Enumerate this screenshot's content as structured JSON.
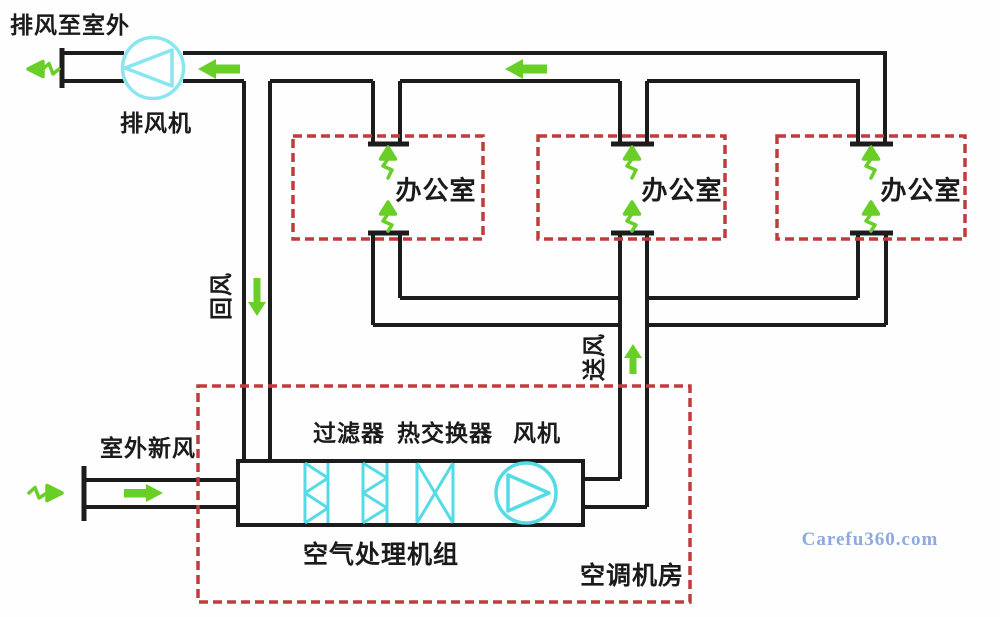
{
  "diagram": {
    "labels": {
      "exhaust_to_outdoor": "排风至室外",
      "exhaust_fan": "排风机",
      "return_air": "回风",
      "supply_air": "送风",
      "outdoor_fresh_air": "室外新风",
      "filter": "过滤器",
      "heat_exchanger": "热交换器",
      "fan": "风机",
      "air_handling_unit": "空气处理机组",
      "ac_machine_room": "空调机房"
    },
    "offices": [
      {
        "label": "办公室"
      },
      {
        "label": "办公室"
      },
      {
        "label": "办公室"
      }
    ],
    "colors": {
      "duct_line": "#1c1c1c",
      "equipment_cyan": "#54dbe6",
      "airflow_green": "#69cf27",
      "boundary_red": "#c03c3c",
      "watermark_blue": "#8ea9dc",
      "background": "#fefefe"
    }
  },
  "watermark": {
    "text": "Carefu360.com"
  }
}
